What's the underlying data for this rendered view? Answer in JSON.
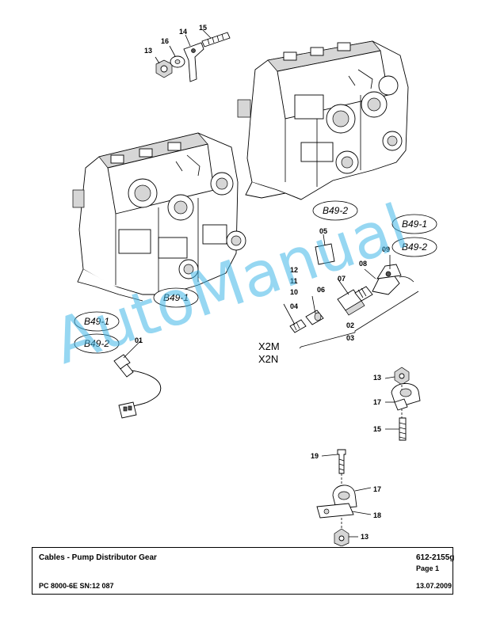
{
  "diagram": {
    "callouts": {
      "p01": "01",
      "p02": "02",
      "p03": "03",
      "p04": "04",
      "p05": "05",
      "p06": "06",
      "p07": "07",
      "p08": "08",
      "p09": "09",
      "p10": "10",
      "p11": "11",
      "p12": "12",
      "p13a": "13",
      "p13b": "13",
      "p13c": "13",
      "p14": "14",
      "p15a": "15",
      "p15b": "15",
      "p16": "16",
      "p17a": "17",
      "p17b": "17",
      "p18": "18",
      "p19": "19"
    },
    "connector_labels": {
      "b49_1_left": "B49-1",
      "b49_1_cable": "B49-1",
      "b49_2_cable": "B49-2",
      "b49_2_center": "B49-2",
      "b49_1_right": "B49-1",
      "b49_2_right": "B49-2"
    },
    "harness_labels": {
      "x2m": "X2M",
      "x2n": "X2N"
    }
  },
  "watermark": "AutoManual",
  "footer": {
    "title": "Cables - Pump Distributor Gear",
    "doc_number": "612-2155g",
    "page": "Page 1",
    "model": "PC 8000-6E SN:12 087",
    "date": "13.07.2009"
  }
}
